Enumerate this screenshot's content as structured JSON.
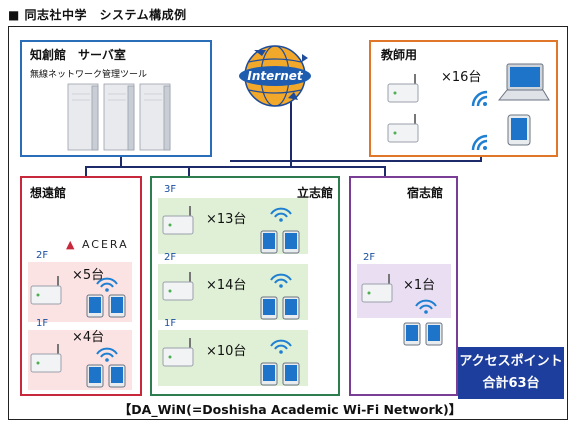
{
  "title": "■ 同志社中学　システム構成例",
  "server_box": {
    "title": "知創館　サーバ室",
    "subtitle": "無線ネットワーク管理ツール"
  },
  "internet_label": "Internet",
  "teachers_box": {
    "title": "教師用",
    "count": "×16台"
  },
  "sousou": {
    "title": "想遠館",
    "brand": "ACERA",
    "floor_2f": "2F",
    "count_2f": "×5台",
    "floor_1f": "1F",
    "count_1f": "×4台"
  },
  "risshi": {
    "title": "立志館",
    "floor_3f": "3F",
    "count_3f": "×13台",
    "floor_2f": "2F",
    "count_2f": "×14台",
    "floor_1f": "1F",
    "count_1f": "×10台"
  },
  "shukushi": {
    "title": "宿志館",
    "floor_2f": "2F",
    "count_2f": "×1台"
  },
  "summary": {
    "line1": "アクセスポイント",
    "line2": "合計63台"
  },
  "footer": "【DA_WiN(=Doshisha Academic Wi-Fi Network)】",
  "colors": {
    "server_border": "#2a6db8",
    "teacher_border": "#e0762a",
    "sousou_border": "#c8283c",
    "risshi_border": "#2e7d4f",
    "shukushi_border": "#7a3d96",
    "sousou_band": "#fbe3e4",
    "risshi_band": "#dff0d6",
    "shukushi_band": "#e9def2",
    "wifi": "#1f7fd1",
    "line": "#1d2b6b",
    "summary_bg": "#1d3e9c"
  }
}
